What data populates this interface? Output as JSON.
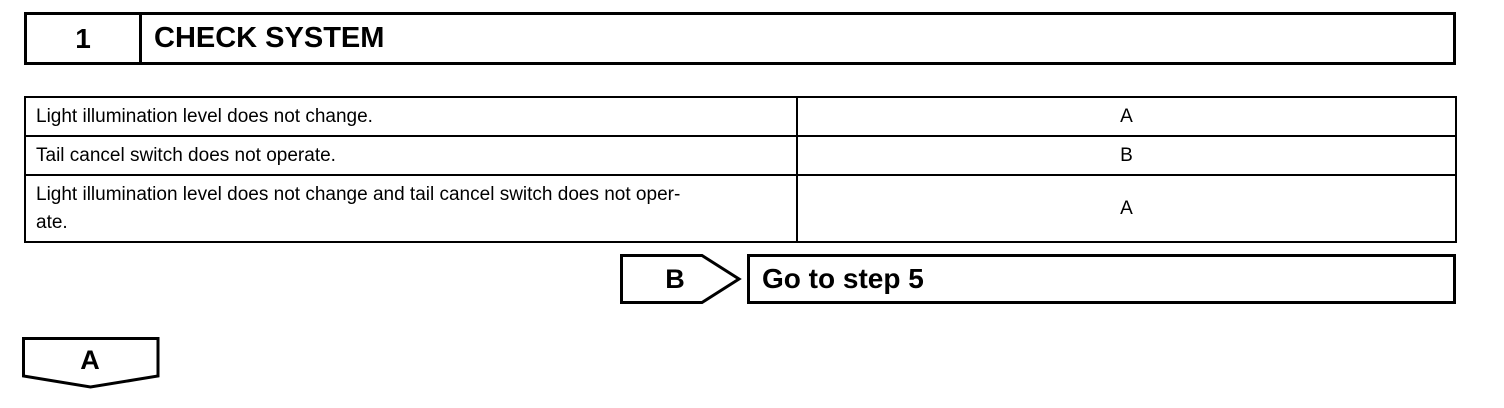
{
  "step": {
    "number": "1",
    "title": "CHECK SYSTEM"
  },
  "conditions": [
    {
      "description": "Light illumination level does not change.",
      "result": "A"
    },
    {
      "description": "Tail cancel switch does not operate.",
      "result": "B"
    },
    {
      "description_line1": "Light illumination level does not change and tail cancel switch does not oper-",
      "description_line2": "ate.",
      "result": "A"
    }
  ],
  "branch_b": {
    "label": "B",
    "target": "Go to step 5"
  },
  "branch_a": {
    "label": "A"
  }
}
